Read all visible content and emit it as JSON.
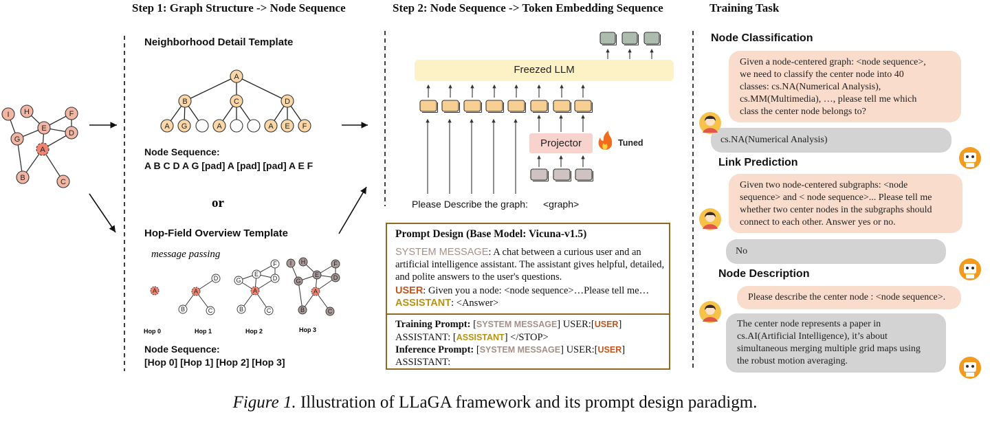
{
  "steps": {
    "step1": "Step 1:  Graph Structure -> Node Sequence",
    "step2": "Step 2:  Node Sequence -> Token Embedding Sequence",
    "task": "Training Task"
  },
  "neighborhood": {
    "title": "Neighborhood Detail Template",
    "seq_label": "Node Sequence:",
    "seq_value": "A B C D A G [pad] A [pad] [pad] A E F",
    "or": "or"
  },
  "hopfield": {
    "title": "Hop-Field Overview Template",
    "message_passing": "message passing",
    "hops": [
      "Hop 0",
      "Hop 1",
      "Hop 2",
      "Hop 3"
    ],
    "seq_label": "Node Sequence:",
    "seq_value": "[Hop 0] [Hop 1] [Hop 2] [Hop 3]"
  },
  "step2": {
    "llm_label": "Freezed LLM",
    "projector_label": "Projector",
    "tuned_label": "Tuned",
    "input_text": "Please Describe the graph:",
    "input_graph": "<graph>"
  },
  "prompt": {
    "title": "Prompt Design (Base Model: Vicuna-v1.5)",
    "system_tag": "SYSTEM MESSAGE",
    "system_text1": ": A chat between a curious user and an",
    "system_text2": "artificial intelligence assistant. The assistant gives helpful, detailed,",
    "system_text3": "and polite answers to the user's questions.",
    "user_tag": "USER",
    "user_text": ":  Given you a node: <node sequence>…Please tell me…",
    "assistant_tag": "ASSISTANT",
    "assistant_text": ":    <Answer>",
    "training_label": "Training Prompt:",
    "inference_label": "Inference Prompt:",
    "bracket_open": "[",
    "bracket_close": "]",
    "user_colon": " USER:",
    "assistant_line": "ASSISTANT: ",
    "stop": "  </STOP>",
    "assistant_end": "ASSISTANT:"
  },
  "tasks": {
    "node_classification": {
      "title": "Node Classification",
      "question": [
        "Given a node-centered graph: <node sequence>,",
        "we need to classify the center node into 40",
        "classes: cs.NA(Numerical Analysis),",
        "cs.MM(Multimedia), …, please tell me which",
        "class the center node belongs to?"
      ],
      "answer": "cs.NA(Numerical Analysis)"
    },
    "link_prediction": {
      "title": "Link Prediction",
      "question": [
        "Given two node-centered subgraphs: <node",
        "sequence> and < node sequence>... Please tell me",
        "whether two center nodes in the subgraphs should",
        "connect to each other. Answer yes or no."
      ],
      "answer": "No"
    },
    "node_description": {
      "title": "Node Description",
      "question": "Please describe the center node : <node sequence>.",
      "answer": [
        "The center node represents a paper in",
        "cs.AI(Artificial Intelligence), it’s about",
        "simultaneous merging multiple grid maps using",
        "the robust motion averaging."
      ]
    }
  },
  "graph_labels": {
    "nodes": [
      "I",
      "H",
      "F",
      "G",
      "E",
      "D",
      "A",
      "B",
      "C"
    ]
  },
  "caption": {
    "italic": "Figure 1.",
    "text": " Illustration of LLaGA framework and its prompt design paradigm."
  },
  "colors": {
    "node_fill": "#f2b6a5",
    "node_center": "#f08470",
    "tree_node_fill": "#fbd7a8",
    "hop_gray": "#a89a98",
    "llm_bar": "#fdf1c6",
    "token_orange": "#f8cf93",
    "token_gray": "#cfc2c2",
    "token_top": "#aebcb0",
    "projector": "#f8d2cd",
    "prompt_border": "#8b6b1f",
    "bubble_q": "#f9dccb",
    "bubble_a": "#d3d3d3"
  }
}
